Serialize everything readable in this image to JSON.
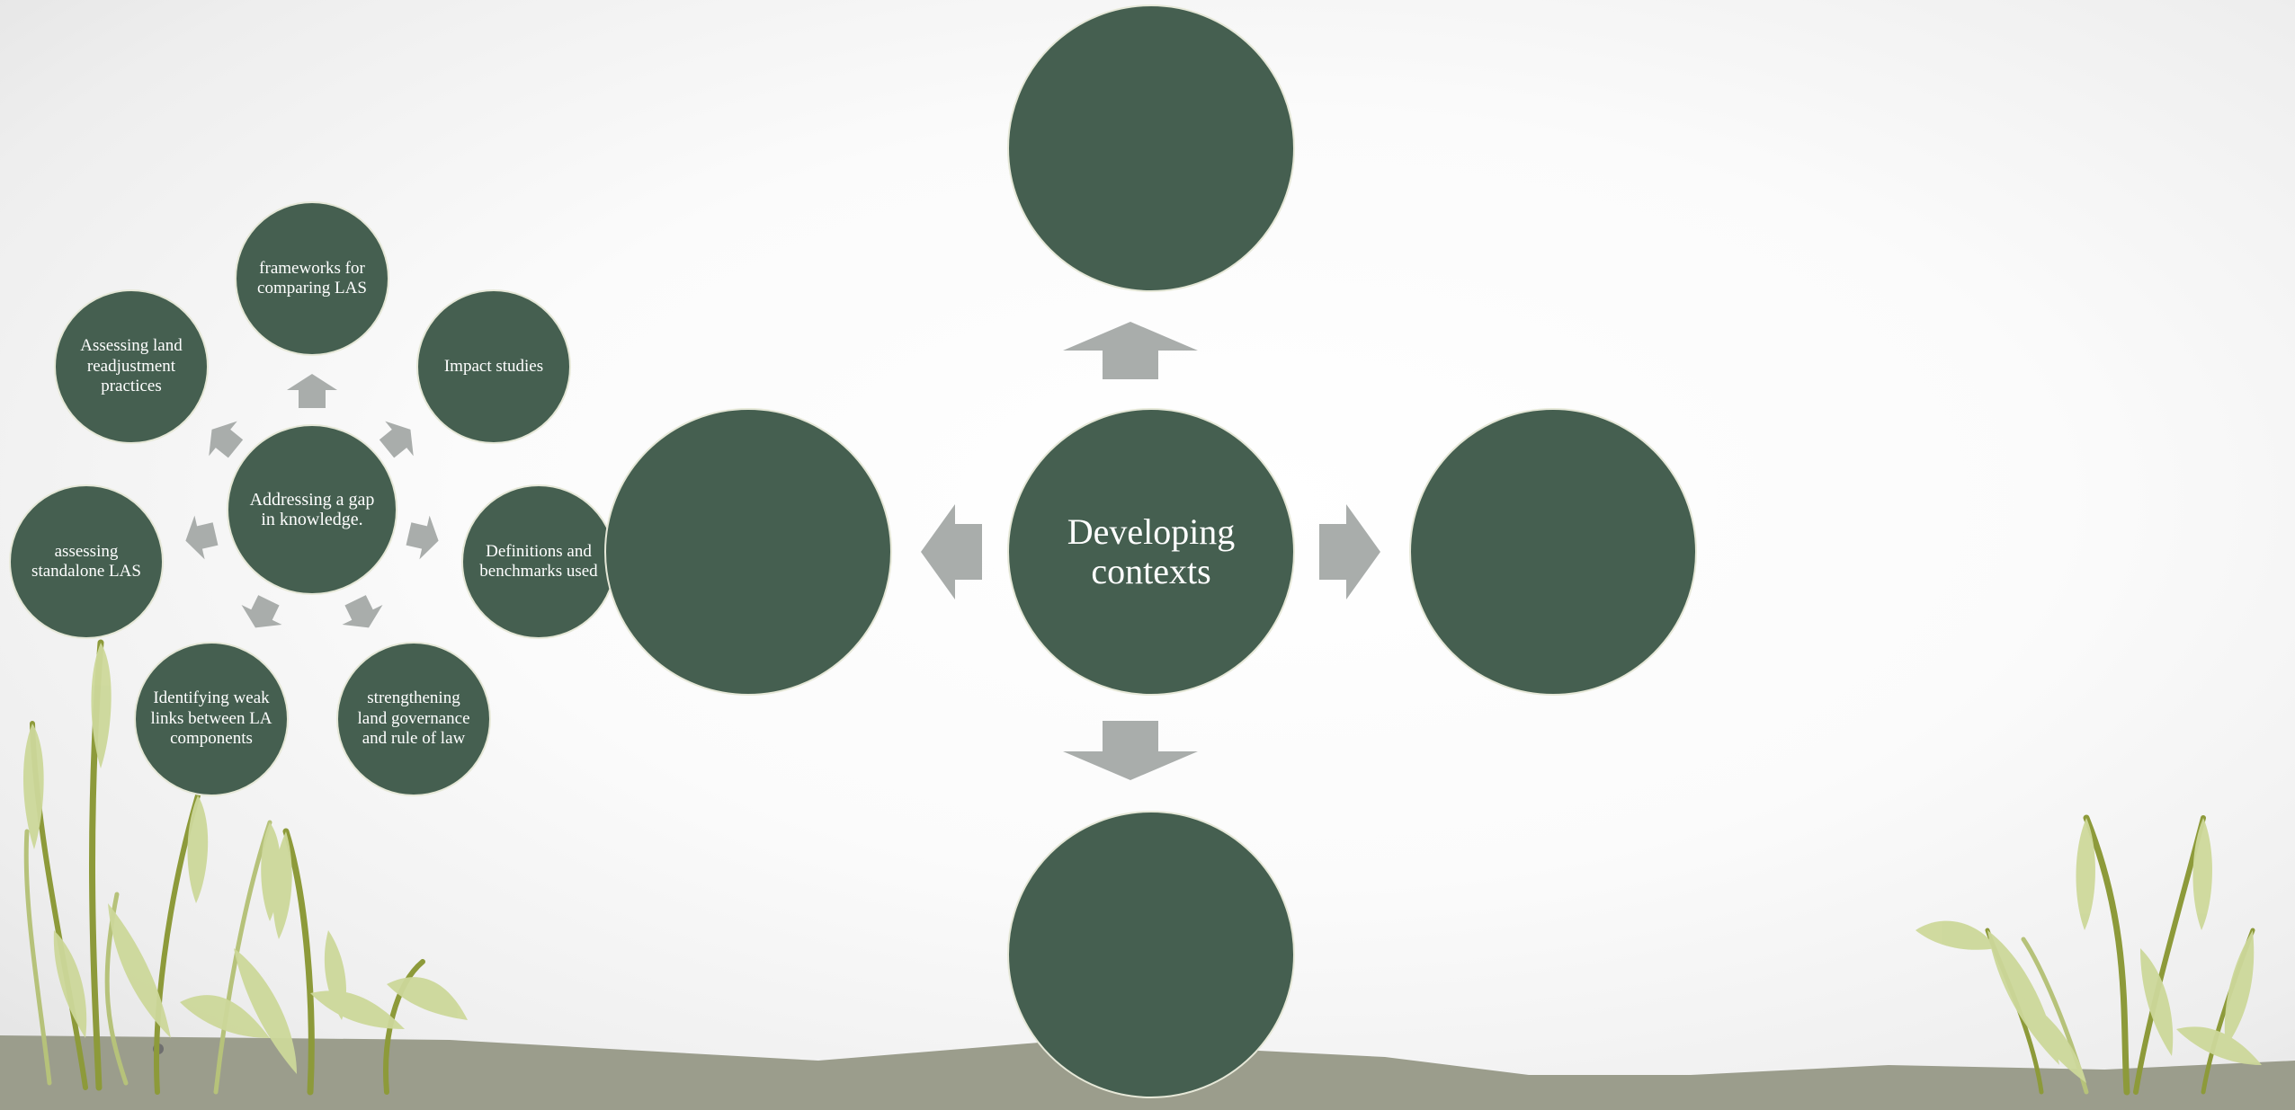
{
  "left_cycle": {
    "center": "Addressing a gap in knowledge.",
    "nodes": [
      "frameworks for comparing LAS",
      "Impact studies",
      "Definitions and benchmarks used",
      "strengthening land governance and rule of law",
      "Identifying weak links between LA components",
      "assessing standalone LAS",
      "Assessing land readjustment practices"
    ]
  },
  "radial": {
    "center": "Developing contexts",
    "top": "",
    "right": "",
    "bottom": "",
    "left": ""
  },
  "colors": {
    "node_fill": "#455f50",
    "node_border": "#e6e8d8",
    "arrow": "#a9adab",
    "ground": "#9b9d8c",
    "plant_dark": "#8d9a3a",
    "plant_light": "#cdd89a"
  }
}
